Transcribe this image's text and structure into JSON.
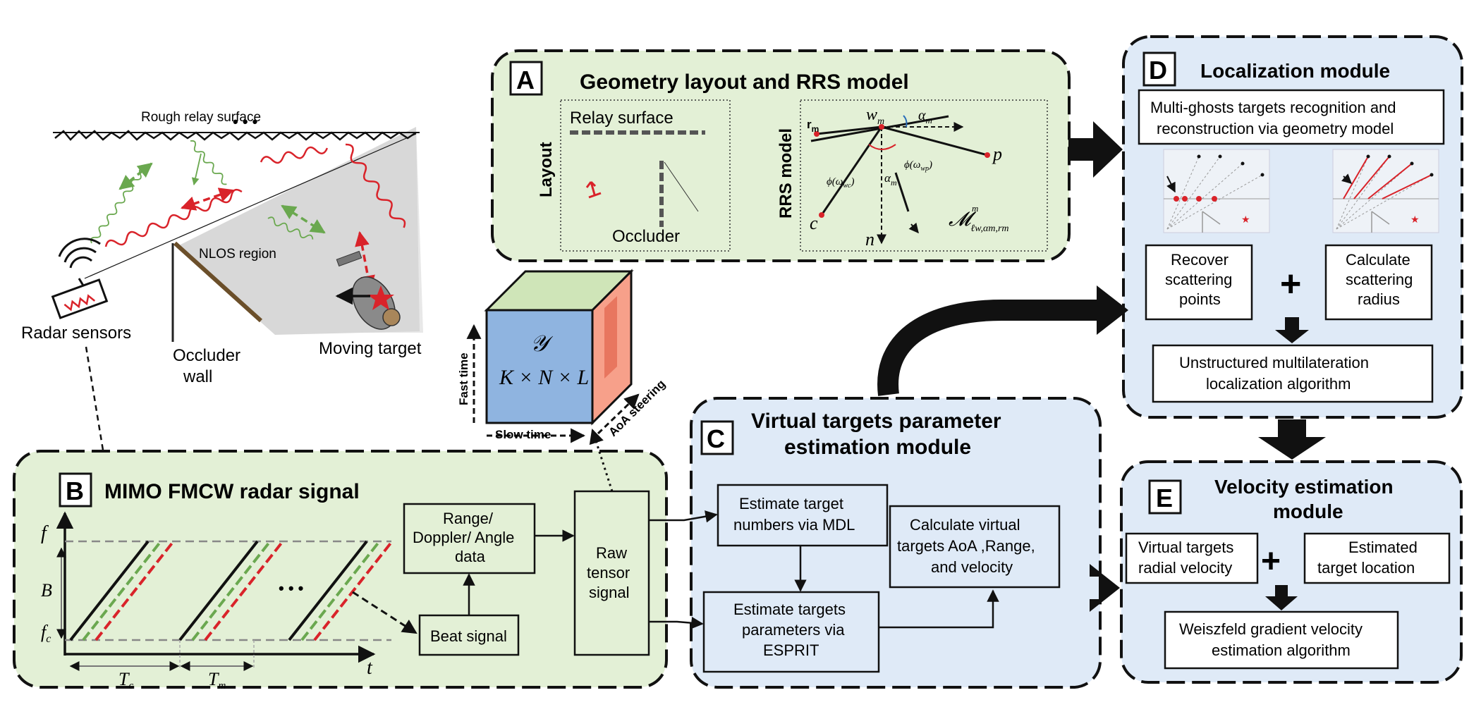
{
  "scene": {
    "rough_surface": "Rough relay surface",
    "ellipsis": "• • •",
    "nlos_region": "NLOS region",
    "radar_sensors": "Radar sensors",
    "occluder_wall_1": "Occluder",
    "occluder_wall_2": "wall",
    "moving_target": "Moving target"
  },
  "cube": {
    "symbol": "𝒴",
    "dims": "K × N × L",
    "fast_time": "Fast time",
    "slow_time": "Slow time",
    "aoa_steering": "AoA steering"
  },
  "panel_a": {
    "letter": "A",
    "title": "Geometry layout and  RRS model",
    "layout_label": "Layout",
    "relay_surface": "Relay surface",
    "occluder": "Occluder",
    "rrs_label": "RRS model",
    "w_m": "w",
    "w_sub": "m",
    "alpha_top": "α",
    "alpha_sub": "m",
    "r_m": "r",
    "r_sub": "m",
    "phi_wp": "ϕ(ω",
    "phi_wp_sub": "wp",
    "phi_wc": "ϕ(ω",
    "phi_wc_sub": "wc",
    "alpha_mid": "α",
    "p": "p",
    "c": "c",
    "n": "n",
    "model_symbol": "𝓜",
    "model_sub": "ℓw,αm,rm",
    "model_sup": "m",
    "close_paren": ")"
  },
  "panel_b": {
    "letter": "B",
    "title": "MIMO FMCW radar signal",
    "f": "f",
    "B": "B",
    "fc": "f",
    "fc_sub": "c",
    "t": "t",
    "Tc": "T",
    "Tc_sub": "c",
    "Tm": "T",
    "Tm_sub": "m",
    "ellipsis": "• • •",
    "beat_signal": "Beat signal",
    "rda_1": "Range/",
    "rda_2": "Doppler/ Angle",
    "rda_3": "data",
    "raw_1": "Raw",
    "raw_2": "tensor",
    "raw_3": "signal"
  },
  "panel_c": {
    "letter": "C",
    "title_1": "Virtual targets parameter",
    "title_2": "estimation module",
    "mdl_1": "Estimate target",
    "mdl_2": "numbers via MDL",
    "esprit_1": "Estimate targets",
    "esprit_2": "parameters via",
    "esprit_3": "ESPRIT",
    "calc_1": "Calculate virtual",
    "calc_2": "targets AoA ,Range,",
    "calc_3": "and velocity"
  },
  "panel_d": {
    "letter": "D",
    "title": "Localization module",
    "ghost_1": "Multi-ghosts targets recognition and",
    "ghost_2": "reconstruction via geometry model",
    "recover_1": "Recover",
    "recover_2": "scattering",
    "recover_3": "points",
    "plus": "+",
    "radius_1": "Calculate",
    "radius_2": "scattering",
    "radius_3": "radius",
    "multi_1": "Unstructured multilateration",
    "multi_2": "localization algorithm"
  },
  "panel_e": {
    "letter": "E",
    "title_1": "Velocity estimation",
    "title_2": "module",
    "radial_1": "Virtual targets",
    "radial_2": "radial velocity",
    "plus": "+",
    "loc_1": "Estimated",
    "loc_2": "target location",
    "weisz_1": "Weiszfeld gradient velocity",
    "weisz_2": "estimation algorithm"
  },
  "colors": {
    "green_panel": "#e3f0d6",
    "blue_panel": "#dfeaf7",
    "red_wave": "#d9232a",
    "green_wave": "#6aa84f",
    "cube_front": "#8fb4e0",
    "cube_top": "#cfe5b8",
    "cube_side": "#f7a08a"
  }
}
